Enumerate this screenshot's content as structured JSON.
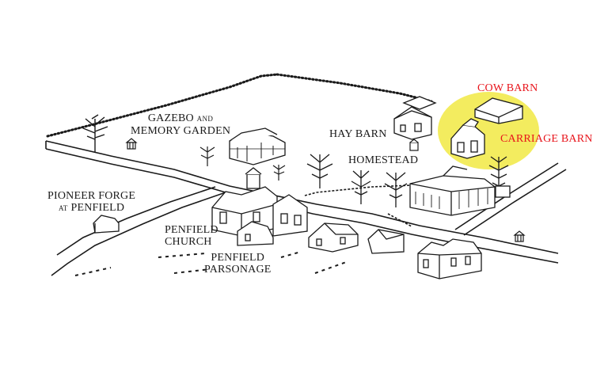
{
  "labels": {
    "gazebo_line1_a": "GAZEBO",
    "gazebo_line1_b": "AND",
    "gazebo_line2": "MEMORY GARDEN",
    "hay_barn": "HAY BARN",
    "homestead": "HOMESTEAD",
    "forge_line1": "PIONEER FORGE",
    "forge_line2_a": "AT",
    "forge_line2_b": "PENFIELD",
    "church_line1": "PENFIELD",
    "church_line2": "CHURCH",
    "parsonage_line1": "PENFIELD",
    "parsonage_line2": "PARSONAGE",
    "cow_barn": "COW BARN",
    "carriage_barn": "CARRIAGE BARN"
  },
  "colors": {
    "ink": "#1a1a1a",
    "highlight": "#f3ec5f",
    "highlight_labels": "#e8141b"
  }
}
